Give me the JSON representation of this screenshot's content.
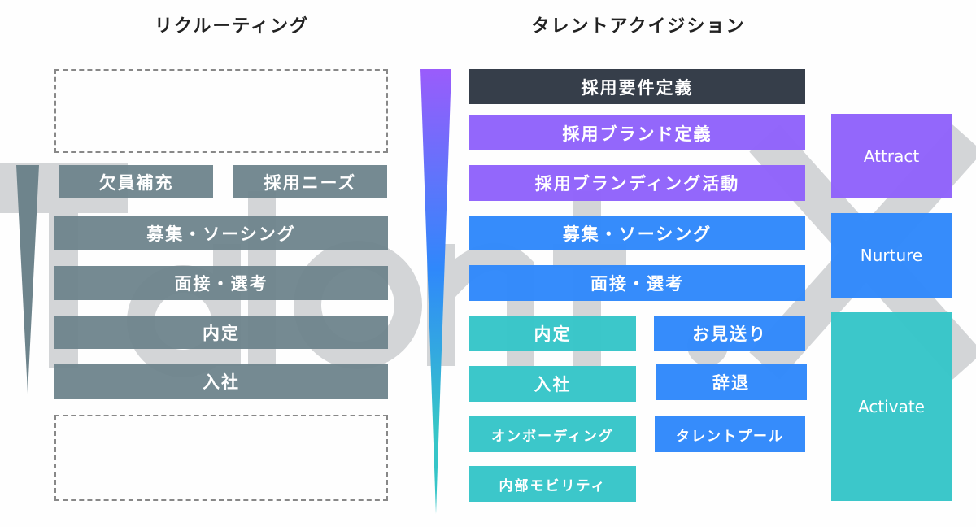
{
  "watermark": {
    "text": "Talent",
    "mark": "X",
    "color": "#d3d5d7"
  },
  "recruiting": {
    "title": "リクルーティング",
    "items": [
      "欠員補充",
      "採用ニーズ",
      "募集・ソーシング",
      "面接・選考",
      "内定",
      "入社"
    ],
    "color": "#6e848c"
  },
  "acquisition": {
    "title": "タレントアクイジション",
    "main": [
      "採用要件定義",
      "採用ブランド定義",
      "採用ブランディング活動",
      "募集・ソーシング",
      "面接・選考"
    ],
    "left": [
      "内定",
      "入社",
      "オンボーディング",
      "内部モビリティ"
    ],
    "right": [
      "お見送り",
      "辞退",
      "タレントプール"
    ],
    "phases": [
      "Attract",
      "Nurture",
      "Activate"
    ],
    "colors": {
      "dark": "#363e4a",
      "purple": "#8f62fb",
      "blue": "#2f88fb",
      "teal": "#36c5c8"
    }
  }
}
